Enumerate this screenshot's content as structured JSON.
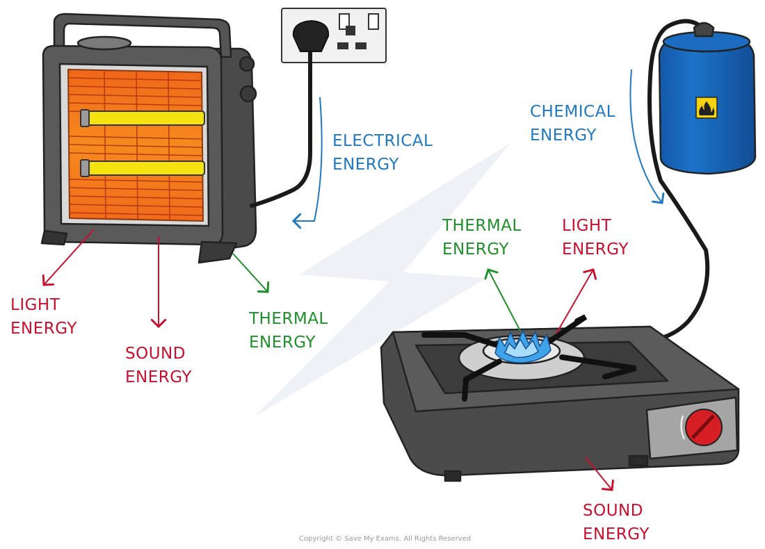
{
  "colors": {
    "electrical": "#1f78c1",
    "chemical": "#1f78c1",
    "light": "#c8102e",
    "sound": "#c8102e",
    "thermal": "#1e8f2b",
    "watermark": "#eef2f6"
  },
  "heater": {
    "electrical": [
      "ELECTRICAL",
      "ENERGY"
    ],
    "light": [
      "LIGHT",
      "ENERGY"
    ],
    "sound": [
      "SOUND",
      "ENERGY"
    ],
    "thermal": [
      "THERMAL",
      "ENERGY"
    ]
  },
  "stove": {
    "chemical": [
      "CHEMICAL",
      "ENERGY"
    ],
    "thermal": [
      "THERMAL",
      "ENERGY"
    ],
    "light": [
      "LIGHT",
      "ENERGY"
    ],
    "sound": [
      "SOUND",
      "ENERGY"
    ]
  },
  "icons": {
    "heater": "electric-heater-icon",
    "socket": "wall-socket-icon",
    "gas_canister": "gas-canister-icon",
    "flammable": "flammable-warning-icon",
    "stove": "camping-stove-icon",
    "flame": "blue-flame-icon",
    "watermark": "lightning-bolt-watermark"
  },
  "footer": {
    "copyright": "Copyright © Save My Exams. All Rights Reserved"
  }
}
